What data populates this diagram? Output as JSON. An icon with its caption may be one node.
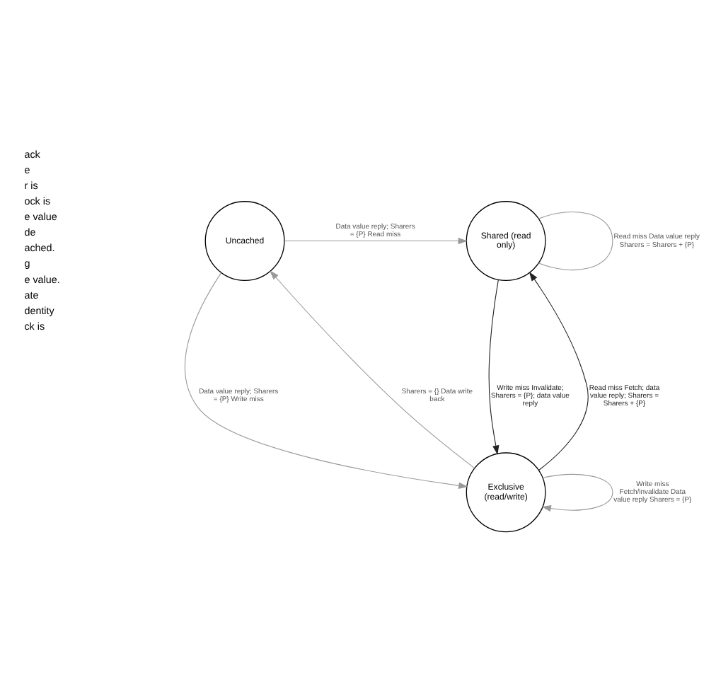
{
  "diagram": {
    "nodes": [
      {
        "text": [
          "Uncached"
        ]
      },
      {
        "text": [
          "Shared (read only)"
        ]
      },
      {
        "text": [
          "Exclusive (read/write)"
        ]
      }
    ],
    "edges": [
      {
        "from": 0,
        "to": 1,
        "arrow": "to",
        "label": "Data value reply; Sharers = {P} Read miss"
      },
      {
        "from": 0,
        "to": 2,
        "arrow": "to",
        "label": "Data value reply; Sharers = {P} Write miss"
      },
      {
        "from": 2,
        "to": 0,
        "arrow": "to",
        "label": "Sharers = {} Data write back"
      },
      {
        "from": 2,
        "to": 1,
        "arrow": "to",
        "label": "Read miss Fetch; data value reply; Sharers = Sharers + {P}",
        "color": "#222222"
      },
      {
        "from": 1,
        "to": 2,
        "arrow": "to",
        "label": "Write miss Invalidate; Sharers = {P}; data value reply",
        "color": "#222222"
      },
      {
        "from": 1,
        "to": 1,
        "arrow": "none",
        "label": "Read miss Data value reply Sharers = Sharers + {P}"
      },
      {
        "from": 2,
        "to": 2,
        "arrow": "to",
        "label": "Write miss Fetch/invalidate Data value reply Sharers = {P}"
      }
    ],
    "labels": [
      "ack",
      "e",
      "r is",
      "ock is",
      "e value",
      "de",
      "ached.",
      "g",
      "e value.",
      "ate",
      "dentity",
      "ck is"
    ]
  }
}
